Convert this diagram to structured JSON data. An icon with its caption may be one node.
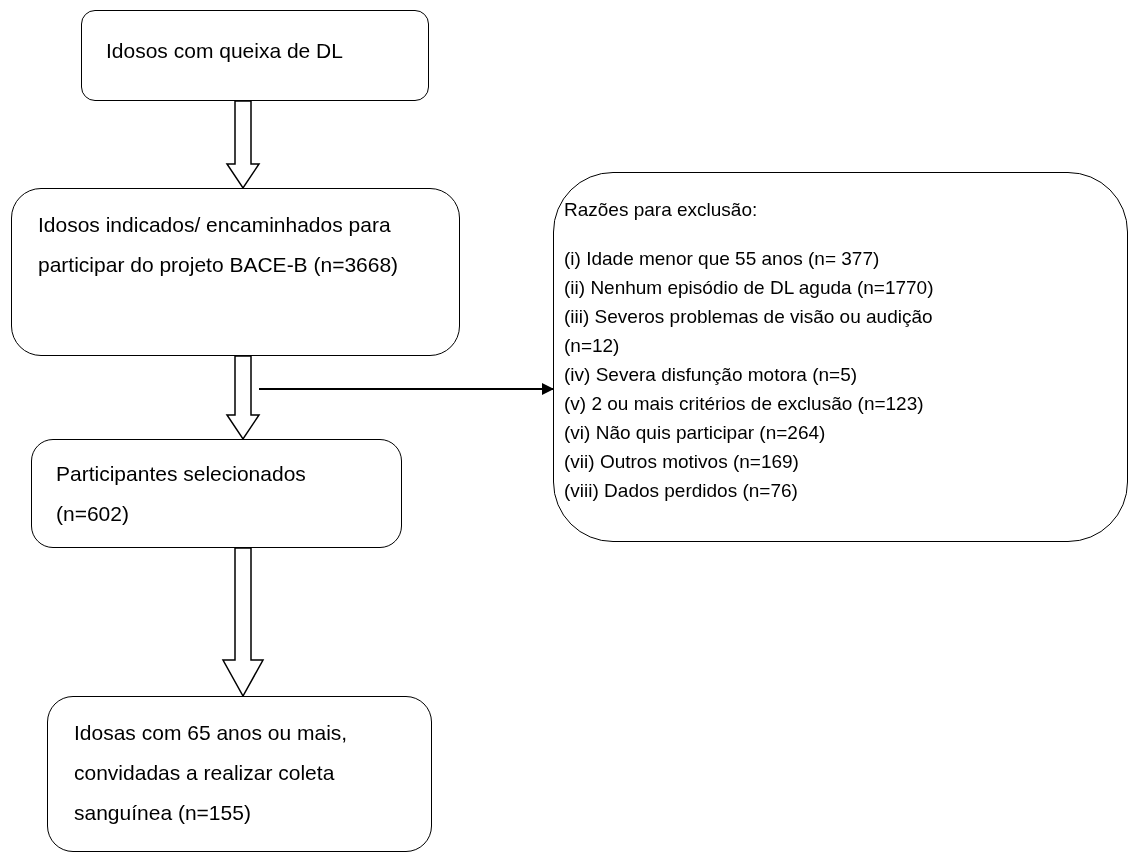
{
  "diagram": {
    "nodes": [
      {
        "text": [
          "Idosos com queixa de DL"
        ]
      },
      {
        "text": [
          "Idosos indicados/ encaminhados para participar do projeto BACE-B (n=3668)"
        ]
      },
      {
        "text": [
          "Participantes selecionados (n=602)"
        ]
      },
      {
        "text": [
          "Idosas com 65 anos ou mais, convidadas a realizar coleta sanguínea (n=155)"
        ]
      },
      {
        "text": [
          "Razões para exclusão:",
          "(i) Idade menor que 55 anos (n= 377)",
          "(ii) Nenhum episódio de DL aguda (n=1770)",
          "(iii) Severos problemas de visão ou audição (n=12)",
          "(iv) Severa disfunção motora (n=5)",
          "(v) 2 ou mais critérios de exclusão (n=123)",
          "(vi) Não quis participar (n=264)",
          "(vii) Outros motivos (n=169)",
          "(viii) Dados perdidos (n=76)"
        ]
      }
    ],
    "edges": [
      {
        "from": 0,
        "to": 1,
        "arrow": "to"
      },
      {
        "from": 1,
        "to": 2,
        "arrow": "to"
      },
      {
        "from": 2,
        "to": 3,
        "arrow": "to"
      },
      {
        "from": null,
        "to": 4,
        "arrow": "to"
      }
    ]
  }
}
